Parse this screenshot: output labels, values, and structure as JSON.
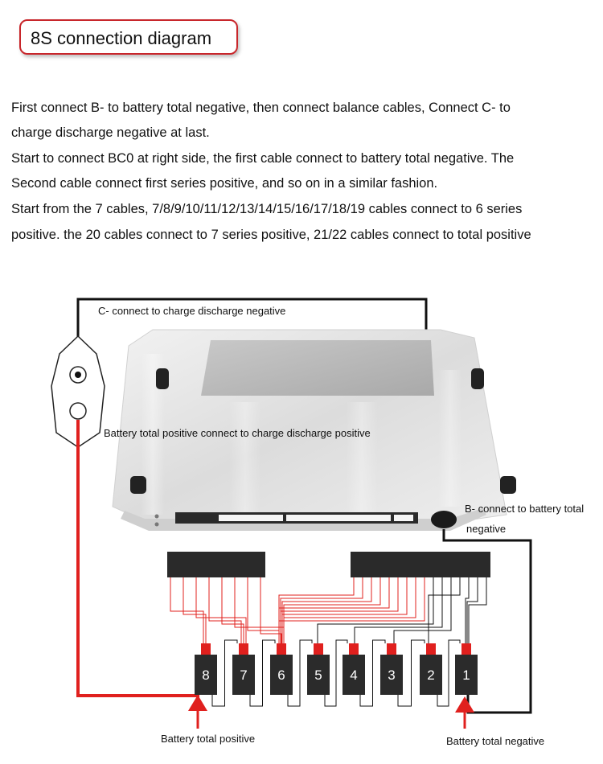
{
  "title": "8S connection diagram",
  "paragraphs": [
    "First connect B- to battery total negative, then connect balance cables, Connect C- to",
    "charge discharge negative at last.",
    "Start to connect BC0 at right side, the first cable connect to battery total negative. The",
    "Second cable connect first series positive, and so on in a similar fashion.",
    " Start from the 7 cables, 7/8/9/10/11/12/13/14/15/16/17/18/19 cables connect to 6 series",
    "positive. the 20 cables connect to 7 series positive, 21/22 cables connect to total positive"
  ],
  "labels": {
    "c_minus": "C- connect to charge discharge negative",
    "total_positive_connect": "Battery total positive connect to charge discharge positive",
    "b_minus_line1": "B- connect to battery total",
    "b_minus_line2": "negative",
    "battery_total_positive": "Battery total positive",
    "battery_total_negative": "Battery total negative"
  },
  "cells": [
    "8",
    "7",
    "6",
    "5",
    "4",
    "3",
    "2",
    "1"
  ],
  "colors": {
    "title_border": "#c8262b",
    "wire_red": "#e0201e",
    "wire_black": "#111111",
    "cell_body": "#2b2b2b",
    "cell_terminal": "#e0201e",
    "board": "#e4e4e4",
    "board_panel": "#bdbdbd"
  }
}
